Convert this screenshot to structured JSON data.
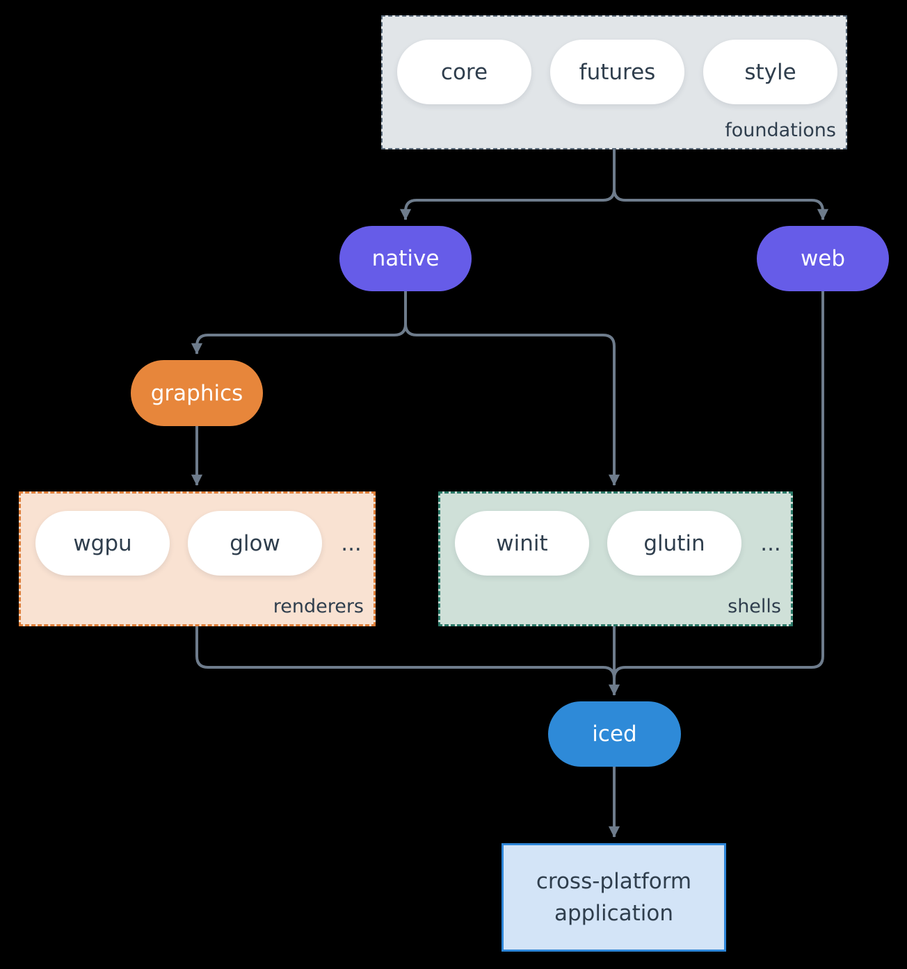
{
  "colors": {
    "background": "#000000",
    "arrow": "#6e7c8c",
    "text-dark": "#2f3e4d",
    "text-light": "#ffffff",
    "purple": "#665ce8",
    "orange": "#e7863b",
    "blue": "#2e8ad8",
    "pill-fill": "#ffffff",
    "foundations-fill": "#e1e5e8",
    "foundations-border": "#5b6b7b",
    "renderers-fill": "#f9e2d2",
    "renderers-border": "#e07f39",
    "shells-fill": "#cfe0d8",
    "shells-border": "#2c7a69",
    "app-fill": "#d3e4f7",
    "app-border": "#2e86d8"
  },
  "foundations": {
    "label": "foundations",
    "pills": [
      "core",
      "futures",
      "style"
    ]
  },
  "nodes": {
    "native": "native",
    "web": "web",
    "graphics": "graphics",
    "iced": "iced"
  },
  "renderers": {
    "label": "renderers",
    "pills": [
      "wgpu",
      "glow"
    ],
    "more": "..."
  },
  "shells": {
    "label": "shells",
    "pills": [
      "winit",
      "glutin"
    ],
    "more": "..."
  },
  "application": {
    "label": "cross-platform application"
  }
}
